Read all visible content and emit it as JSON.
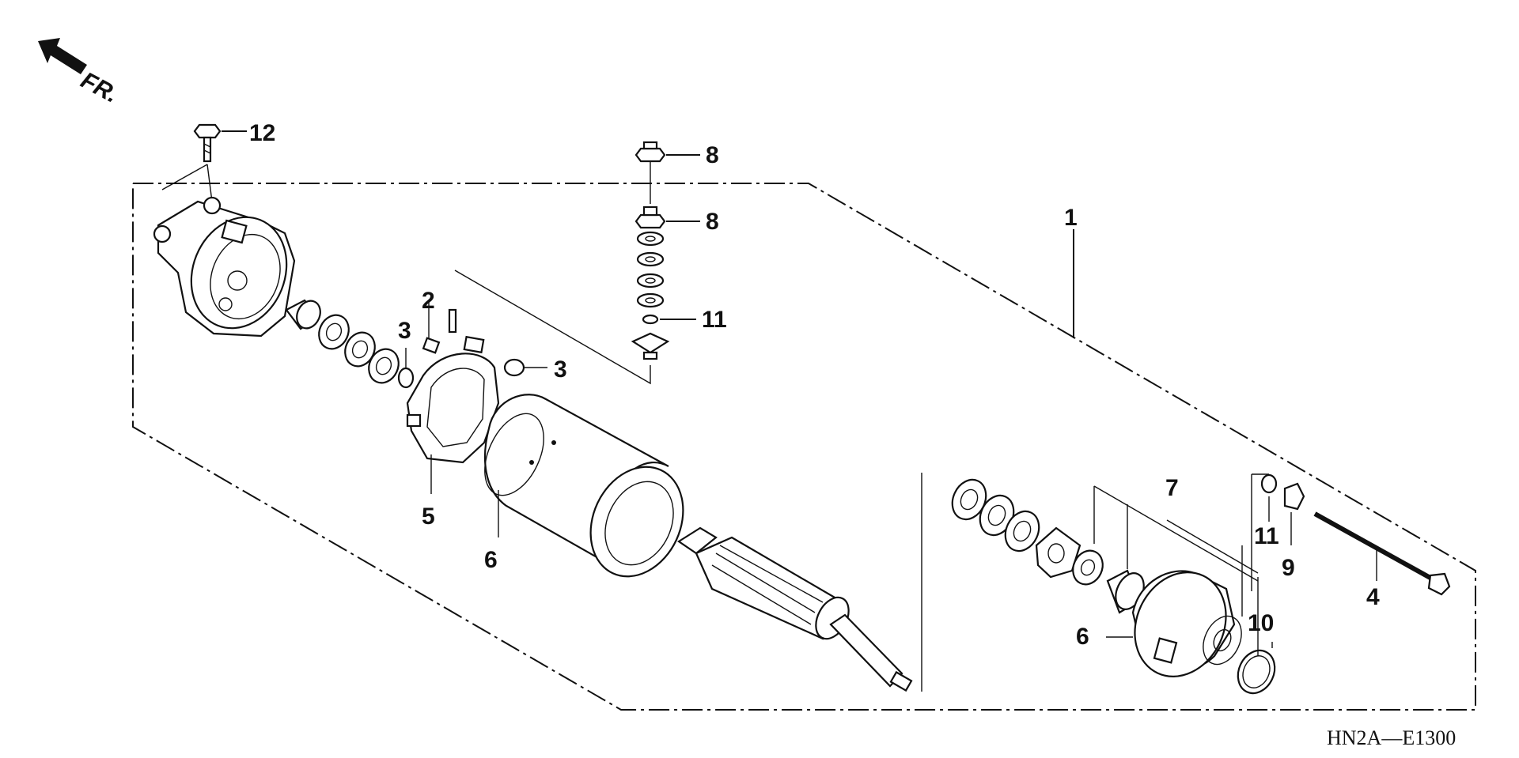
{
  "diagram": {
    "direction_label": "FR.",
    "diagram_code": "HN2A—E1300",
    "callouts": [
      "1",
      "2",
      "3",
      "3",
      "4",
      "5",
      "6",
      "6",
      "7",
      "8",
      "8",
      "9",
      "10",
      "11",
      "11",
      "12"
    ],
    "icon": "front-direction-arrow-icon"
  }
}
